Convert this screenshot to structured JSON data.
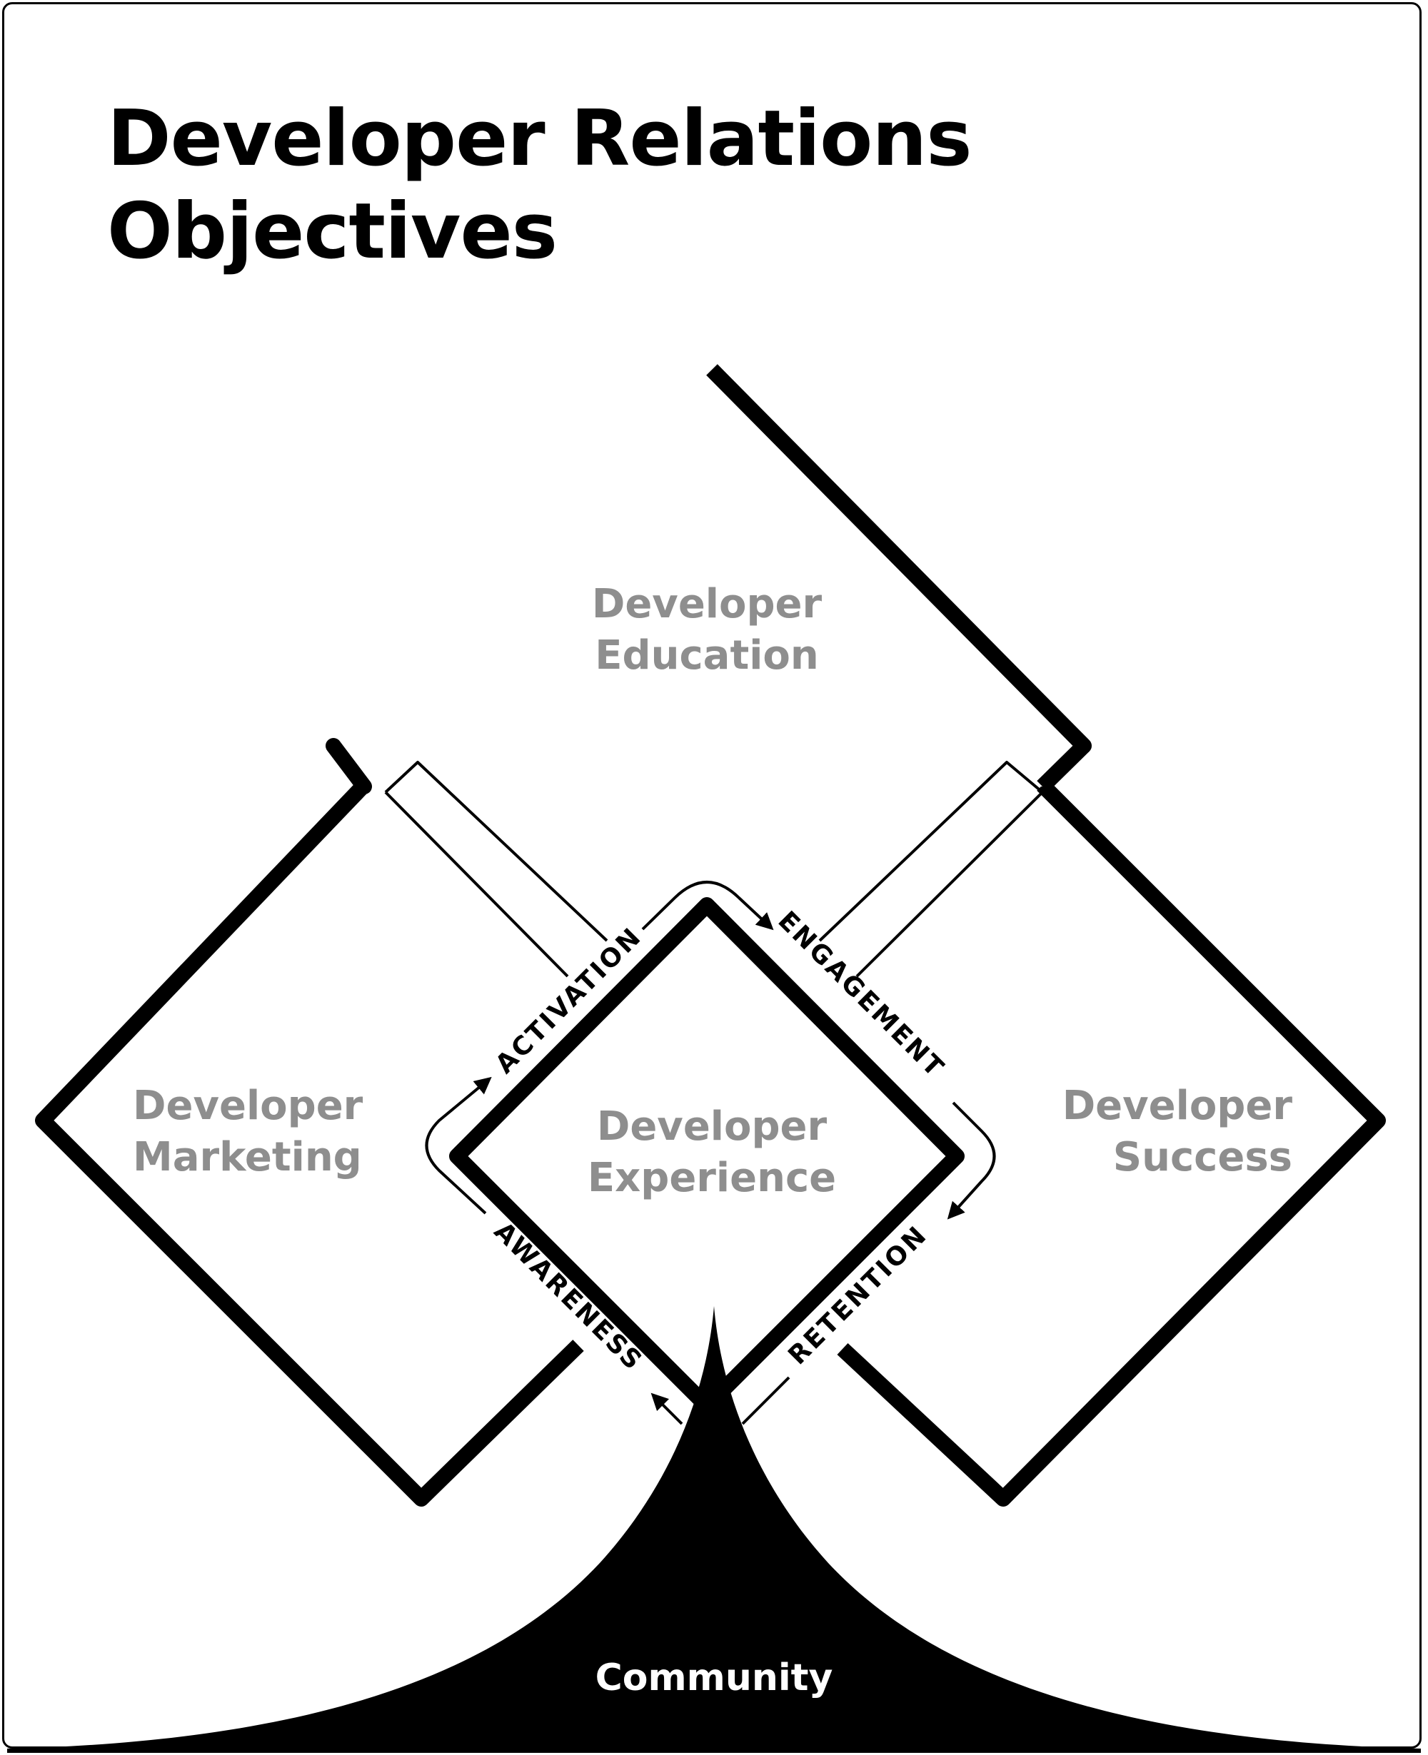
{
  "title": {
    "line1": "Developer Relations",
    "line2": "Objectives"
  },
  "areas": {
    "education": {
      "line1": "Developer",
      "line2": "Education"
    },
    "marketing": {
      "line1": "Developer",
      "line2": "Marketing"
    },
    "success": {
      "line1": "Developer",
      "line2": "Success"
    },
    "experience": {
      "line1": "Developer",
      "line2": "Experience"
    }
  },
  "stages": {
    "activation": "ACTIVATION",
    "engagement": "ENGAGEMENT",
    "retention": "RETENTION",
    "awareness": "AWARENESS"
  },
  "community": "Community",
  "colors": {
    "stroke": "#000000",
    "area_text": "#8e8e8e",
    "community_text": "#ffffff"
  }
}
